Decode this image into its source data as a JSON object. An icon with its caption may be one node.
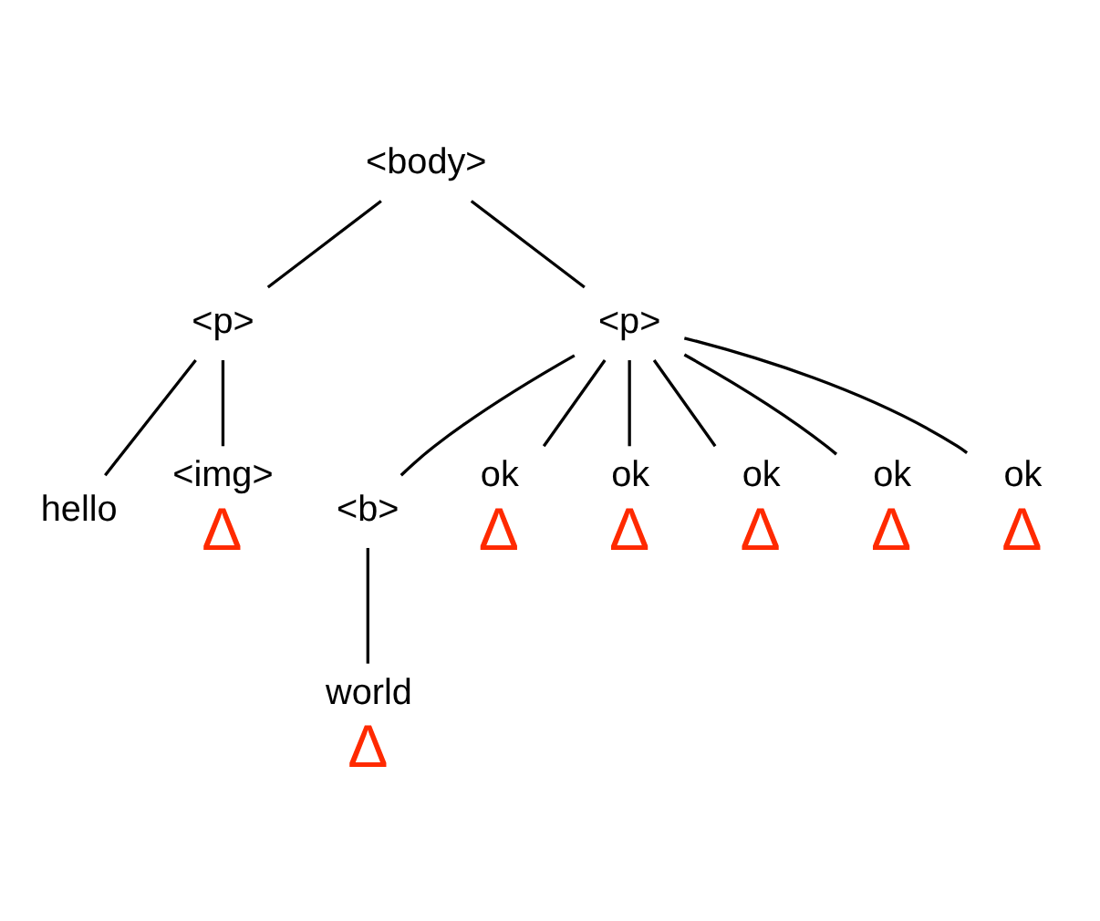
{
  "diagram": {
    "nodes": [
      {
        "text": [
          "<body>"
        ]
      },
      {
        "text": [
          "<p>"
        ]
      },
      {
        "text": [
          "<p>"
        ]
      },
      {
        "text": [
          "hello"
        ]
      },
      {
        "text": [
          "<img>"
        ],
        "beside": [
          "Δ"
        ]
      },
      {
        "text": [
          "<b>"
        ]
      },
      {
        "text": [
          "ok"
        ],
        "beside": [
          "Δ"
        ]
      },
      {
        "text": [
          "ok"
        ],
        "beside": [
          "Δ"
        ]
      },
      {
        "text": [
          "ok"
        ],
        "beside": [
          "Δ"
        ]
      },
      {
        "text": [
          "ok"
        ],
        "beside": [
          "Δ"
        ]
      },
      {
        "text": [
          "ok"
        ],
        "beside": [
          "Δ"
        ]
      },
      {
        "text": [
          "world"
        ],
        "beside": [
          "Δ"
        ]
      }
    ],
    "edges": [
      {
        "from": 0,
        "to": 1,
        "arrow": "none"
      },
      {
        "from": 0,
        "to": 2,
        "arrow": "none"
      },
      {
        "from": 1,
        "to": 3,
        "arrow": "none"
      },
      {
        "from": 1,
        "to": 4,
        "arrow": "none"
      },
      {
        "from": 2,
        "to": 5,
        "arrow": "none"
      },
      {
        "from": 2,
        "to": 6,
        "arrow": "none"
      },
      {
        "from": 2,
        "to": 7,
        "arrow": "none"
      },
      {
        "from": 2,
        "to": 8,
        "arrow": "none"
      },
      {
        "from": 2,
        "to": 9,
        "arrow": "none"
      },
      {
        "from": 2,
        "to": 10,
        "arrow": "none"
      },
      {
        "from": 5,
        "to": 11,
        "arrow": "none"
      }
    ]
  }
}
